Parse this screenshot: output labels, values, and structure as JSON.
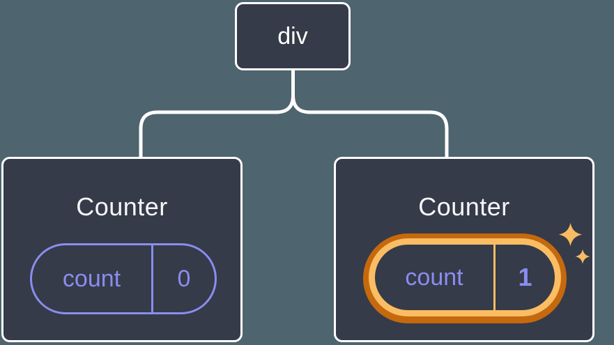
{
  "diagram": {
    "root": {
      "label": "div"
    },
    "children": [
      {
        "title": "Counter",
        "state": {
          "key": "count",
          "value": "0"
        },
        "highlighted": false
      },
      {
        "title": "Counter",
        "state": {
          "key": "count",
          "value": "1"
        },
        "highlighted": true
      }
    ],
    "icons": {
      "sparkle": {
        "name": "sparkle-icon",
        "glyph": "✦"
      }
    },
    "colors": {
      "background": "#4e646e",
      "node_fill": "#353b48",
      "node_border": "#ffffff",
      "connector": "#ffffff",
      "title_text": "#f6f7f9",
      "state_accent": "#8a8df0",
      "highlight_ring_outer": "#c5690e",
      "highlight_ring_inner": "#fbbd64",
      "sparkle": "#f9bc62"
    }
  }
}
